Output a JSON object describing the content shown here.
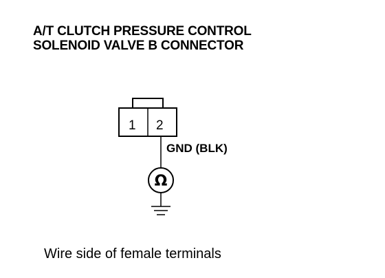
{
  "title": {
    "line1": "A/T CLUTCH PRESSURE CONTROL",
    "line2": "SOLENOID VALVE B CONNECTOR"
  },
  "connector": {
    "pins": [
      {
        "label": "1"
      },
      {
        "label": "2"
      }
    ]
  },
  "wire": {
    "label": "GND (BLK)"
  },
  "meter": {
    "symbol": "Ω"
  },
  "ground": {
    "icon": "ground-icon"
  },
  "caption": "Wire side of female terminals",
  "colors": {
    "line": "#000000",
    "background": "#ffffff"
  }
}
